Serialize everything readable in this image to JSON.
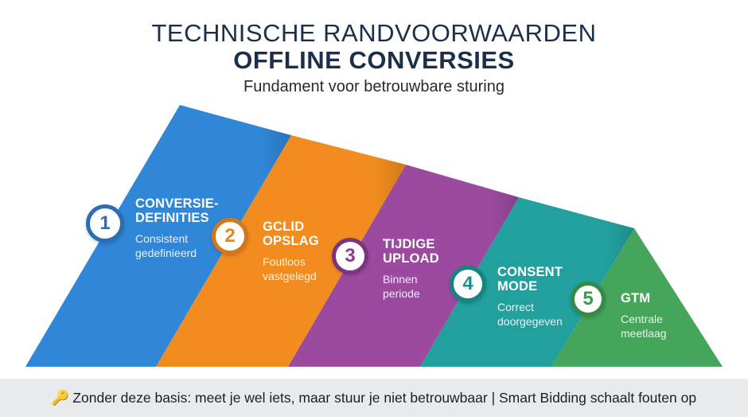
{
  "header": {
    "title_line1": "TECHNISCHE RANDVOORWAARDEN",
    "title_line2": "OFFLINE CONVERSIES",
    "subtitle": "Fundament voor betrouwbare sturing"
  },
  "colors": {
    "title": "#1b2f4a",
    "blue": "#3087d8",
    "orange": "#f28c1e",
    "purple": "#9b4a9f",
    "teal": "#21a09e",
    "green": "#45a55a",
    "footer_bg": "#e8eaee"
  },
  "steps": [
    {
      "number": "1",
      "title": "CONVERSIE-\nDEFINITIES",
      "description": "Consistent\ngedefinieerd",
      "color": "#3087d8",
      "ring": "#2a6fb3"
    },
    {
      "number": "2",
      "title": "GCLID\nOPSLAG",
      "description": "Foutloos\nvastgelegd",
      "color": "#f28c1e",
      "ring": "#d4761a"
    },
    {
      "number": "3",
      "title": "TIJDIGE\nUPLOAD",
      "description": "Binnen\nperiode",
      "color": "#9b4a9f",
      "ring": "#7a3580"
    },
    {
      "number": "4",
      "title": "CONSENT\nMODE",
      "description": "Correct\ndoorgegeven",
      "color": "#21a09e",
      "ring": "#188482"
    },
    {
      "number": "5",
      "title": "GTM",
      "description": "Centrale\nmeetlaag",
      "color": "#45a55a",
      "ring": "#368a48"
    }
  ],
  "footer": {
    "icon": "🔑",
    "text": "Zonder deze basis: meet je wel iets, maar stuur je niet betrouwbaar | Smart Bidding schaalt fouten op"
  }
}
